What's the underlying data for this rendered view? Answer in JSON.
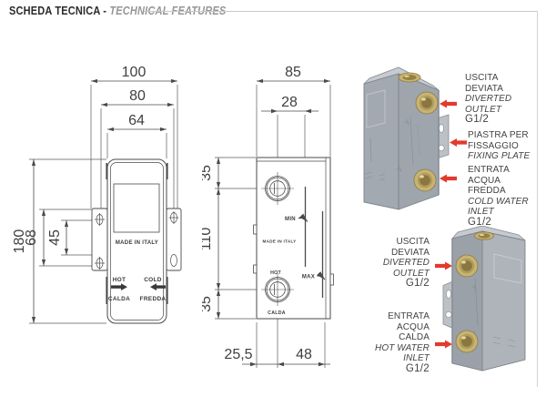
{
  "header": {
    "title": "SCHEDA TECNICA",
    "dash": "-",
    "subtitle": "TECHNICAL FEATURES"
  },
  "front_view": {
    "dim_overall_width": "100",
    "dim_hole_spacing_w": "80",
    "dim_body_width": "64",
    "dim_overall_height": "180",
    "dim_hole_spacing_h_outer": "68",
    "dim_hole_spacing_h_inner": "45",
    "made_in": "MADE IN ITALY",
    "hot_label": "HOT",
    "hot_label_it": "CALDA",
    "cold_label": "COLD",
    "cold_label_it": "FREDDA"
  },
  "side_view": {
    "dim_depth": "85",
    "dim_knob_to_slot": "28",
    "dim_top_to_knob": "35",
    "dim_knob_spacing": "110",
    "dim_knob_to_bottom": "35",
    "dim_wall_to_knob": "25,5",
    "dim_knob_to_back": "48",
    "min_label": "MIN",
    "max_label": "MAX",
    "made_in": "MADE IN ITALY",
    "hot_label": "HOT",
    "hot_label_it": "CALDA"
  },
  "render_top": {
    "outlet": {
      "l1": "USCITA",
      "l2": "DEVIATA",
      "l3": "DIVERTED",
      "l4": "OUTLET",
      "l5": "G1/2"
    },
    "plate": {
      "l1": "PIASTRA PER",
      "l2": "FISSAGGIO",
      "l3": "FIXING PLATE"
    },
    "inlet_cold": {
      "l1": "ENTRATA",
      "l2": "ACQUA",
      "l3": "FREDDA",
      "l4": "COLD WATER",
      "l5": "INLET",
      "l6": "G1/2"
    }
  },
  "render_bottom": {
    "outlet": {
      "l1": "USCITA",
      "l2": "DEVIATA",
      "l3": "DIVERTED",
      "l4": "OUTLET",
      "l5": "G1/2"
    },
    "inlet_hot": {
      "l1": "ENTRATA",
      "l2": "ACQUA",
      "l3": "CALDA",
      "l4": "HOT WATER",
      "l5": "INLET",
      "l6": "G1/2"
    }
  },
  "colors": {
    "accent_red": "#e23a2e",
    "brass": "#c7b473",
    "body_grey": "#a3a9b0",
    "line_dark": "#4a4a4a",
    "rule_grey": "#c9c9c9",
    "subtitle_grey": "#96969a"
  }
}
